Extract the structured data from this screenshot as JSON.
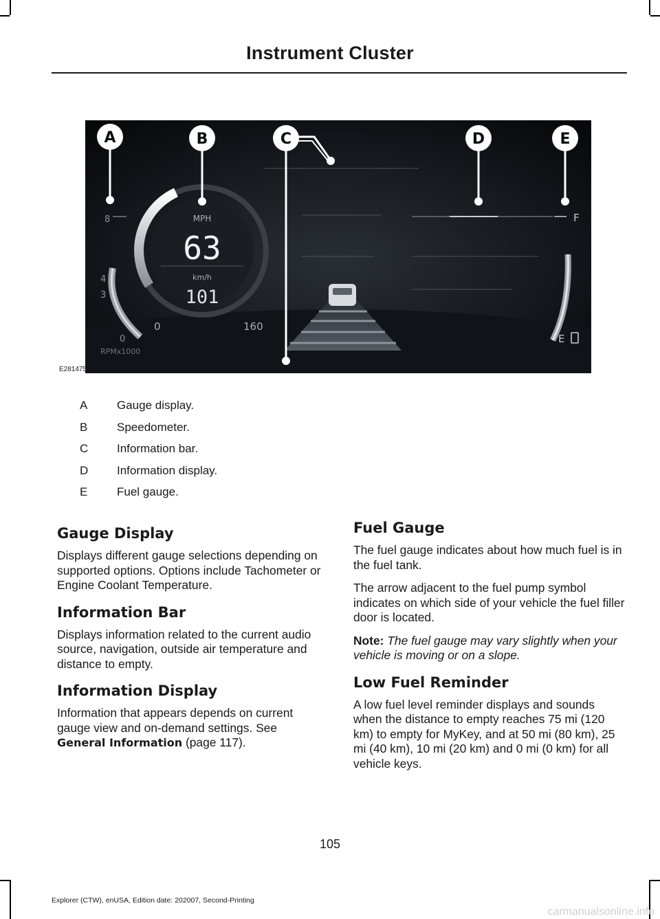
{
  "header": {
    "title": "Instrument Cluster"
  },
  "figure": {
    "id": "E281475",
    "callouts": [
      "A",
      "B",
      "C",
      "D",
      "E"
    ],
    "display": {
      "rpm_ticks": [
        "8",
        "4",
        "3",
        "0"
      ],
      "rpm_unit": "RPMx1000",
      "speed_unit_top": "MPH",
      "speed_mph": "63",
      "speed_unit_bottom": "km/h",
      "speed_kmh": "101",
      "speed_scale_min": "0",
      "speed_scale_max": "160",
      "fuel_full": "F",
      "fuel_empty": "E"
    }
  },
  "legend": [
    {
      "key": "A",
      "text": "Gauge display."
    },
    {
      "key": "B",
      "text": "Speedometer."
    },
    {
      "key": "C",
      "text": "Information bar."
    },
    {
      "key": "D",
      "text": "Information display."
    },
    {
      "key": "E",
      "text": "Fuel gauge."
    }
  ],
  "sections": {
    "gauge_display": {
      "title": "Gauge Display",
      "body": "Displays different gauge selections depending on supported options. Options include Tachometer or Engine Coolant Temperature."
    },
    "information_bar": {
      "title": "Information Bar",
      "body": "Displays information related to the current audio source, navigation, outside air temperature and distance to empty."
    },
    "information_display": {
      "title": "Information Display",
      "body_start": "Information that appears depends on current gauge view and on-demand settings.  See ",
      "link": "General Information",
      "body_end": " (page 117)."
    },
    "fuel_gauge": {
      "title": "Fuel Gauge",
      "p1": "The fuel gauge indicates about how much fuel is in the fuel tank.",
      "p2": "The arrow adjacent to the fuel pump symbol indicates on which side of your vehicle the fuel filler door is located.",
      "note_label": "Note:",
      "note_body": " The fuel gauge may vary slightly when your vehicle is moving or on a slope."
    },
    "low_fuel": {
      "title": "Low Fuel Reminder",
      "body": "A low fuel level reminder displays and sounds when the distance to empty reaches 75 mi (120 km) to empty for MyKey, and at 50 mi (80 km), 25 mi (40 km), 10 mi (20 km) and 0 mi (0 km) for all vehicle keys."
    }
  },
  "page_number": "105",
  "footer": "Explorer (CTW), enUSA, Edition date: 202007, Second-Printing",
  "watermark": "carmanualsonline.info"
}
